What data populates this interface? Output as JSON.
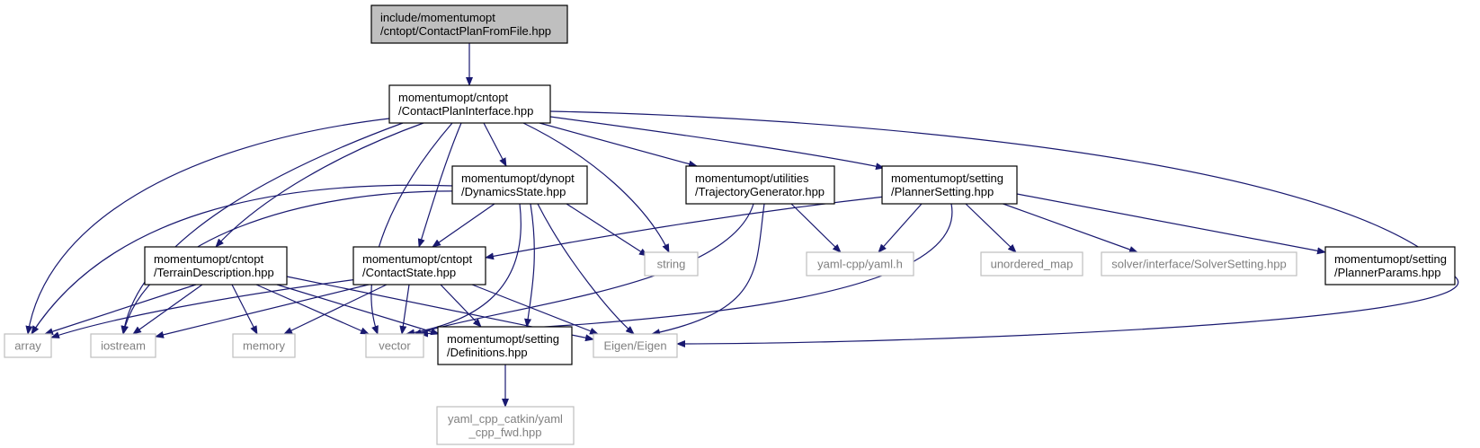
{
  "colors": {
    "edge": "#191970",
    "root_fill": "#bfbfbf",
    "node_border": "#000000",
    "external_border": "#bfbfbf",
    "external_text": "#808080"
  },
  "nodes": [
    {
      "id": "root",
      "lines": [
        "include/momentumopt",
        "/cntopt/ContactPlanFromFile.hpp"
      ],
      "kind": "root"
    },
    {
      "id": "cpi",
      "lines": [
        "momentumopt/cntopt",
        "/ContactPlanInterface.hpp"
      ],
      "kind": "internal"
    },
    {
      "id": "dyn",
      "lines": [
        "momentumopt/dynopt",
        "/DynamicsState.hpp"
      ],
      "kind": "internal"
    },
    {
      "id": "traj",
      "lines": [
        "momentumopt/utilities",
        "/TrajectoryGenerator.hpp"
      ],
      "kind": "internal"
    },
    {
      "id": "planner",
      "lines": [
        "momentumopt/setting",
        "/PlannerSetting.hpp"
      ],
      "kind": "internal"
    },
    {
      "id": "terrain",
      "lines": [
        "momentumopt/cntopt",
        "/TerrainDescription.hpp"
      ],
      "kind": "internal"
    },
    {
      "id": "cstate",
      "lines": [
        "momentumopt/cntopt",
        "/ContactState.hpp"
      ],
      "kind": "internal"
    },
    {
      "id": "defs",
      "lines": [
        "momentumopt/setting",
        "/Definitions.hpp"
      ],
      "kind": "internal"
    },
    {
      "id": "params",
      "lines": [
        "momentumopt/setting",
        "/PlannerParams.hpp"
      ],
      "kind": "internal"
    },
    {
      "id": "string",
      "lines": [
        "string"
      ],
      "kind": "external"
    },
    {
      "id": "yaml",
      "lines": [
        "yaml-cpp/yaml.h"
      ],
      "kind": "external"
    },
    {
      "id": "umap",
      "lines": [
        "unordered_map"
      ],
      "kind": "external"
    },
    {
      "id": "solver",
      "lines": [
        "solver/interface/SolverSetting.hpp"
      ],
      "kind": "external"
    },
    {
      "id": "array",
      "lines": [
        "array"
      ],
      "kind": "external"
    },
    {
      "id": "iostream",
      "lines": [
        "iostream"
      ],
      "kind": "external"
    },
    {
      "id": "memory",
      "lines": [
        "memory"
      ],
      "kind": "external"
    },
    {
      "id": "vector",
      "lines": [
        "vector"
      ],
      "kind": "external"
    },
    {
      "id": "eigen",
      "lines": [
        "Eigen/Eigen"
      ],
      "kind": "external"
    },
    {
      "id": "yamlfwd",
      "lines": [
        "yaml_cpp_catkin/yaml",
        "_cpp_fwd.hpp"
      ],
      "kind": "external"
    }
  ],
  "edges": [
    [
      "root",
      "cpi"
    ],
    [
      "cpi",
      "array"
    ],
    [
      "cpi",
      "iostream"
    ],
    [
      "cpi",
      "terrain"
    ],
    [
      "cpi",
      "vector"
    ],
    [
      "cpi",
      "cstate"
    ],
    [
      "cpi",
      "dyn"
    ],
    [
      "cpi",
      "string"
    ],
    [
      "cpi",
      "traj"
    ],
    [
      "cpi",
      "planner"
    ],
    [
      "cpi",
      "eigen"
    ],
    [
      "dyn",
      "array"
    ],
    [
      "dyn",
      "iostream"
    ],
    [
      "dyn",
      "cstate"
    ],
    [
      "dyn",
      "vector"
    ],
    [
      "dyn",
      "defs"
    ],
    [
      "dyn",
      "eigen"
    ],
    [
      "dyn",
      "string"
    ],
    [
      "traj",
      "vector"
    ],
    [
      "traj",
      "eigen"
    ],
    [
      "traj",
      "yaml"
    ],
    [
      "planner",
      "cstate"
    ],
    [
      "planner",
      "yaml"
    ],
    [
      "planner",
      "vector"
    ],
    [
      "planner",
      "umap"
    ],
    [
      "planner",
      "solver"
    ],
    [
      "planner",
      "params"
    ],
    [
      "terrain",
      "array"
    ],
    [
      "terrain",
      "iostream"
    ],
    [
      "terrain",
      "memory"
    ],
    [
      "terrain",
      "vector"
    ],
    [
      "terrain",
      "defs"
    ],
    [
      "terrain",
      "eigen"
    ],
    [
      "cstate",
      "array"
    ],
    [
      "cstate",
      "iostream"
    ],
    [
      "cstate",
      "memory"
    ],
    [
      "cstate",
      "vector"
    ],
    [
      "cstate",
      "defs"
    ],
    [
      "cstate",
      "eigen"
    ],
    [
      "defs",
      "yamlfwd"
    ]
  ]
}
